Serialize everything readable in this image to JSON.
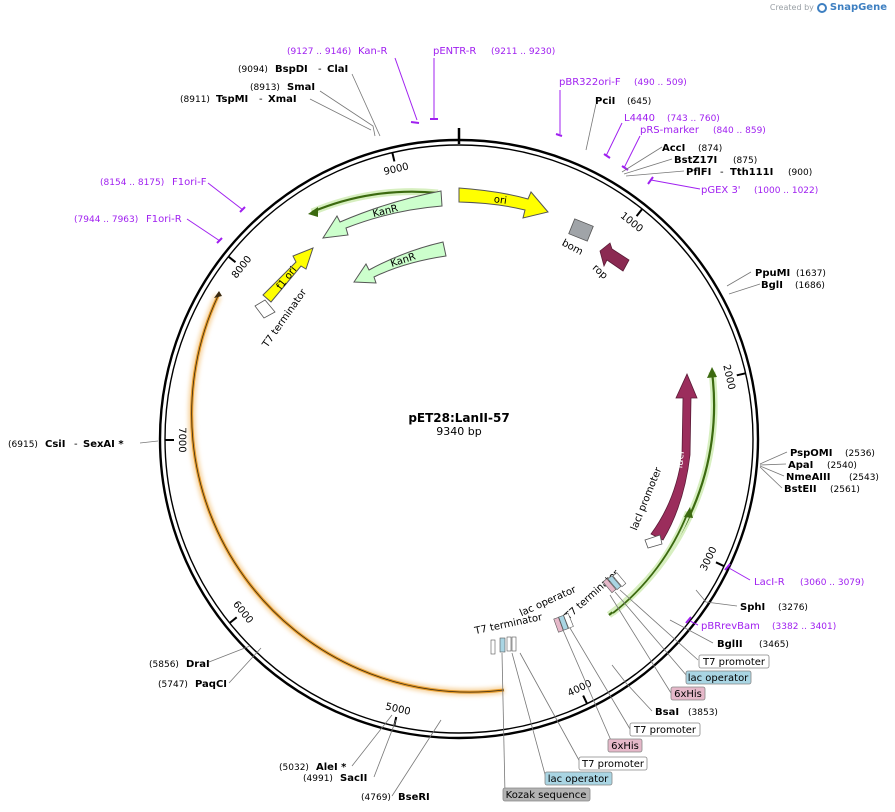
{
  "brand": {
    "created_by": "Created by",
    "product": "SnapGene"
  },
  "plasmid": {
    "name": "pET28:LanII-57",
    "size_label": "9340 bp",
    "length_bp": 9340
  },
  "colors": {
    "primer": "#a020f0",
    "site": "#000000",
    "backbone": "#000000",
    "ori": "#ffff00",
    "kanr": "#ccffcc",
    "laci": "#9b2d5c",
    "rop": "#8b2a52",
    "bom": "#a0a4a8",
    "orange_arc": "#e59a2a",
    "green_arc": "#5aa11a",
    "t7_promoter_box": "#ffffff",
    "lac_operator_box": "#a9d5e3",
    "his_box": "#e5b8c9",
    "kozak_box": "#b3b3b3"
  },
  "ticks": [
    {
      "bp": 1000,
      "label": "1000"
    },
    {
      "bp": 2000,
      "label": "2000"
    },
    {
      "bp": 3000,
      "label": "3000"
    },
    {
      "bp": 4000,
      "label": "4000"
    },
    {
      "bp": 5000,
      "label": "5000"
    },
    {
      "bp": 6000,
      "label": "6000"
    },
    {
      "bp": 7000,
      "label": "7000"
    },
    {
      "bp": 8000,
      "label": "8000"
    },
    {
      "bp": 9000,
      "label": "9000"
    }
  ],
  "primers": [
    {
      "name": "Kan-R",
      "range": "(9127 .. 9146)"
    },
    {
      "name": "pENTR-R",
      "range": "(9211 .. 9230)"
    },
    {
      "name": "pBR322ori-F",
      "range": "(490 .. 509)"
    },
    {
      "name": "L4440",
      "range": "(743 .. 760)"
    },
    {
      "name": "pRS-marker",
      "range": "(840 .. 859)"
    },
    {
      "name": "pGEX 3'",
      "range": "(1000 .. 1022)"
    },
    {
      "name": "F1ori-F",
      "range": "(8154 .. 8175)"
    },
    {
      "name": "F1ori-R",
      "range": "(7944 .. 7963)"
    },
    {
      "name": "LacI-R",
      "range": "(3060 .. 3079)"
    },
    {
      "name": "pBRrevBam",
      "range": "(3382 .. 3401)"
    }
  ],
  "sites": [
    {
      "name": "BspDI",
      "name2": "ClaI",
      "pos": "(9094)"
    },
    {
      "name": "SmaI",
      "pos": "(8913)"
    },
    {
      "name": "TspMI",
      "name2": "XmaI",
      "pos": "(8911)"
    },
    {
      "name": "PciI",
      "pos": "(645)"
    },
    {
      "name": "AccI",
      "pos": "(874)"
    },
    {
      "name": "BstZ17I",
      "pos": "(875)"
    },
    {
      "name": "PflFI",
      "name2": "Tth111I",
      "pos": "(900)"
    },
    {
      "name": "PpuMI",
      "pos": "(1637)"
    },
    {
      "name": "BglI",
      "pos": "(1686)"
    },
    {
      "name": "PspOMI",
      "pos": "(2536)"
    },
    {
      "name": "ApaI",
      "pos": "(2540)"
    },
    {
      "name": "NmeAIII",
      "pos": "(2543)"
    },
    {
      "name": "BstEII",
      "pos": "(2561)"
    },
    {
      "name": "SphI",
      "pos": "(3276)"
    },
    {
      "name": "BglII",
      "pos": "(3465)"
    },
    {
      "name": "BsaI",
      "pos": "(3853)"
    },
    {
      "name": "CsiI",
      "name2": "SexAI *",
      "pos": "(6915)"
    },
    {
      "name": "DraI",
      "pos": "(5856)"
    },
    {
      "name": "PaqCI",
      "pos": "(5747)"
    },
    {
      "name": "AleI *",
      "pos": "(5032)"
    },
    {
      "name": "SacII",
      "pos": "(4991)"
    },
    {
      "name": "BseRI",
      "pos": "(4769)"
    }
  ],
  "features": [
    {
      "name": "ori"
    },
    {
      "name": "KanR"
    },
    {
      "name": "KanR"
    },
    {
      "name": "f1 ori"
    },
    {
      "name": "T7 terminator"
    },
    {
      "name": "bom"
    },
    {
      "name": "rop"
    },
    {
      "name": "lacI"
    },
    {
      "name": "lacI promoter"
    },
    {
      "name": "lac operator"
    },
    {
      "name": "T7 terminator"
    },
    {
      "name": "T7 terminator"
    }
  ],
  "boxed_features": [
    {
      "name": "T7 promoter",
      "type": "t7"
    },
    {
      "name": "lac operator",
      "type": "lac"
    },
    {
      "name": "6xHis",
      "type": "his"
    },
    {
      "name": "T7 promoter",
      "type": "t7"
    },
    {
      "name": "6xHis",
      "type": "his"
    },
    {
      "name": "T7 promoter",
      "type": "t7"
    },
    {
      "name": "lac operator",
      "type": "lac"
    },
    {
      "name": "Kozak sequence",
      "type": "kozak"
    }
  ]
}
